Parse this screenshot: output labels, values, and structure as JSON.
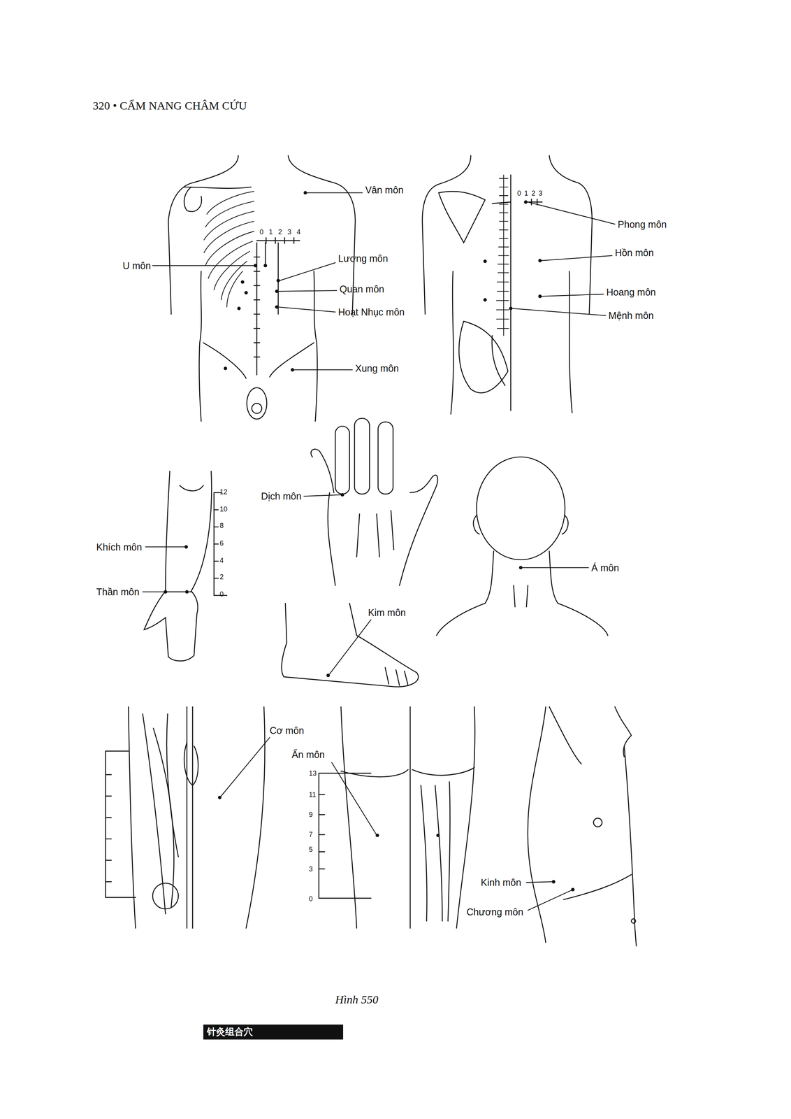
{
  "diagram": {
    "caption": "Hình 550",
    "labels": [
      "320 • CẨM NANG CHÂM CỨU",
      "Vân môn",
      "0",
      "1",
      "2",
      "3",
      "4",
      "U môn",
      "Lương môn",
      "Quan môn",
      "Hoạt Nhục môn",
      "Xung môn",
      "0",
      "1",
      "2",
      "3",
      "Phong môn",
      "Hồn môn",
      "Hoang môn",
      "Mệnh môn",
      "12",
      "10",
      "8",
      "6",
      "4",
      "2",
      "0",
      "Khích môn",
      "Thần môn",
      "Dịch môn",
      "Á môn",
      "Kim môn",
      "Cơ môn",
      "Ẩn môn",
      "13",
      "11",
      "9",
      "7",
      "5",
      "3",
      "0",
      "Kinh môn",
      "Chương môn",
      "针灸组合穴"
    ]
  }
}
